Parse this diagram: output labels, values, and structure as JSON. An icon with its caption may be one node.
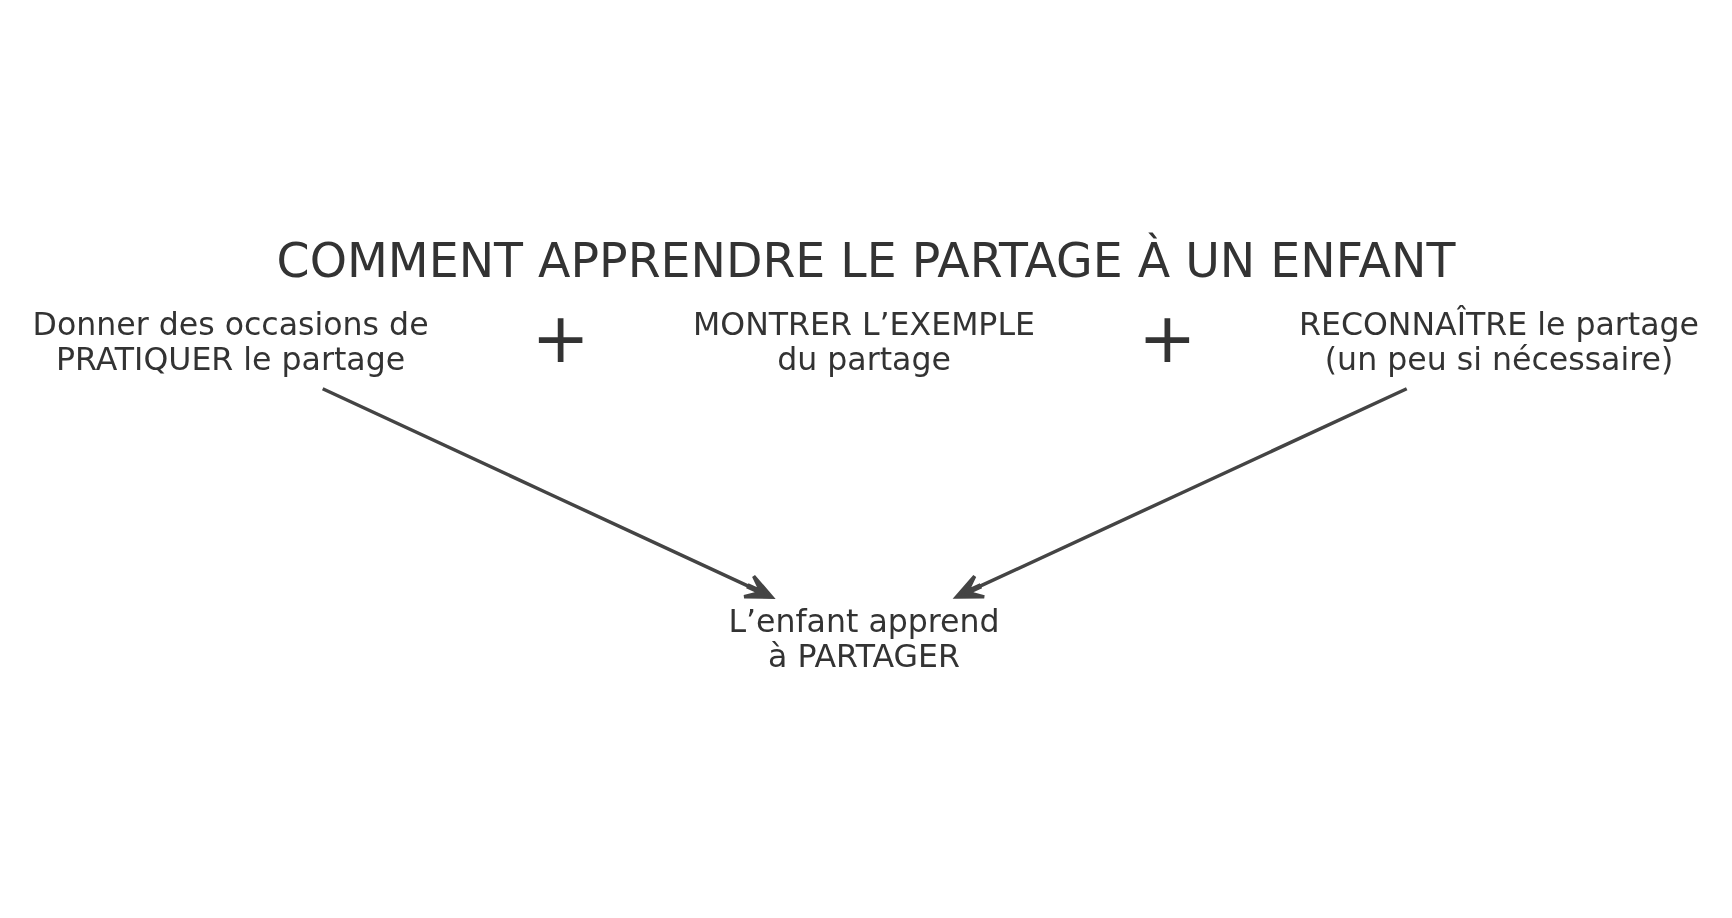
{
  "diagram": {
    "title": "COMMENT APPRENDRE LE PARTAGE À UN ENFANT",
    "nodes": [
      {
        "text": [
          "Donner des occasions de PRATIQUER le partage"
        ]
      },
      {
        "text": [
          "MONTRER L’EXEMPLE du partage"
        ]
      },
      {
        "text": [
          "RECONNAÎTRE le partage (un peu si nécessaire)"
        ]
      },
      {
        "text": [
          "L’enfant apprend à PARTAGER"
        ]
      }
    ],
    "edges": [
      {
        "from": 0,
        "to": 3,
        "arrow": "to"
      },
      {
        "from": 2,
        "to": 3,
        "arrow": "to"
      }
    ],
    "labels": [
      "+",
      "+"
    ]
  }
}
